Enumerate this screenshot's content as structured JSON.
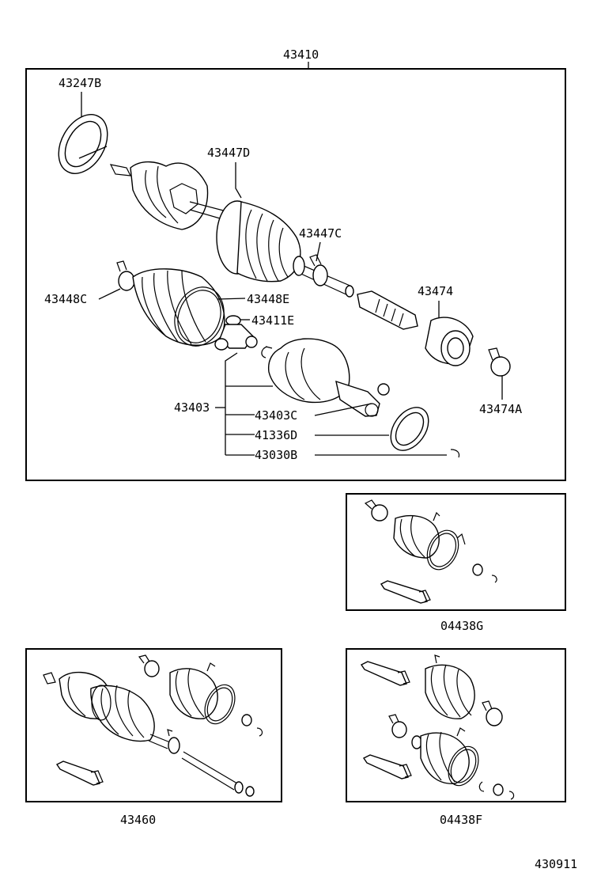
{
  "labels": {
    "assy_main": "43410",
    "dust_seal": "43247B",
    "outer_boot": "43447D",
    "outer_clamp": "43447C",
    "inner_boot_clamp": "43448C",
    "inner_boot_band": "43448E",
    "tripod": "43411E",
    "inner_joint": "43403",
    "inner_joint_shaft": "43403C",
    "oil_seal": "41336D",
    "snap_ring": "43030B",
    "damper": "43474",
    "damper_clamp": "43474A",
    "kit_g": "04438G",
    "assy_outer": "43460",
    "kit_f": "04438F",
    "diagram_id": "430911"
  },
  "colors": {
    "line": "#000000",
    "background": "#ffffff"
  },
  "groups": [
    {
      "id": "main-assembly",
      "label_key": "assy_main"
    },
    {
      "id": "kit-04438g",
      "label_key": "kit_g"
    },
    {
      "id": "assy-43460",
      "label_key": "assy_outer"
    },
    {
      "id": "kit-04438f",
      "label_key": "kit_f"
    }
  ]
}
